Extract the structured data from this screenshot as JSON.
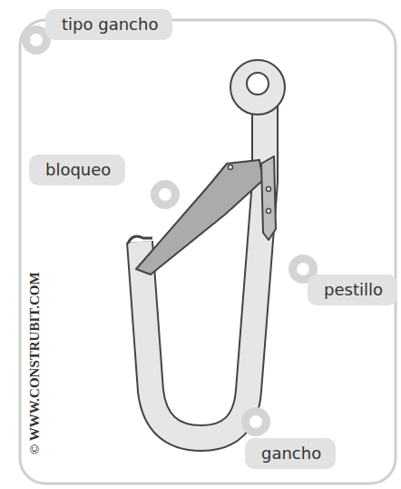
{
  "diagram": {
    "labels": [
      "tipo gancho",
      "bloqueo",
      "pestillo",
      "gancho",
      "© WWW.CONSTRUBIT.COM"
    ]
  }
}
